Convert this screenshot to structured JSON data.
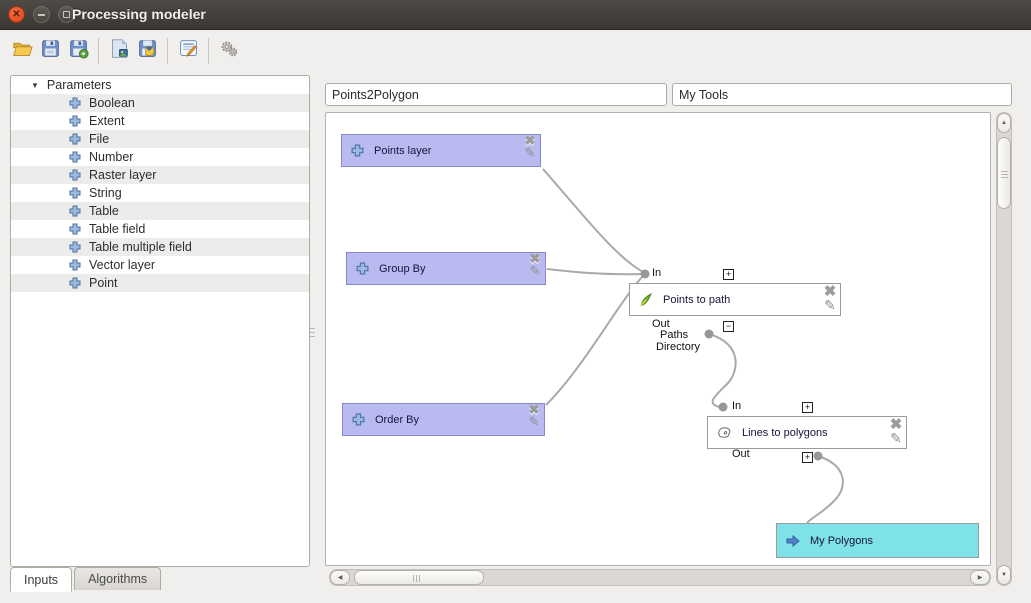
{
  "window": {
    "title": "Processing modeler",
    "controls": {
      "close": "close",
      "minimize": "minimize",
      "maximize": "maximize"
    }
  },
  "toolbar": {
    "buttons": [
      {
        "name": "open-model",
        "icon": "folder-open-icon"
      },
      {
        "name": "save-model",
        "icon": "floppy-disk-icon"
      },
      {
        "name": "save-model-as",
        "icon": "floppy-disk-as-icon"
      },
      {
        "name": "export-as-image",
        "icon": "export-image-icon"
      },
      {
        "name": "save-as-python-script",
        "icon": "floppy-python-icon"
      },
      {
        "name": "edit-model-help",
        "icon": "edit-help-icon"
      },
      {
        "name": "run-model",
        "icon": "gears-icon"
      }
    ]
  },
  "header_fields": {
    "model_name": "Points2Polygon",
    "group_name": "My Tools"
  },
  "sidebar": {
    "root_label": "Parameters",
    "items": [
      {
        "label": "Boolean"
      },
      {
        "label": "Extent"
      },
      {
        "label": "File"
      },
      {
        "label": "Number"
      },
      {
        "label": "Raster layer"
      },
      {
        "label": "String"
      },
      {
        "label": "Table"
      },
      {
        "label": "Table field"
      },
      {
        "label": "Table multiple field"
      },
      {
        "label": "Vector layer"
      },
      {
        "label": "Point"
      }
    ],
    "tabs": [
      {
        "label": "Inputs",
        "active": true
      },
      {
        "label": "Algorithms",
        "active": false
      }
    ]
  },
  "canvas": {
    "input_nodes": [
      {
        "label": "Points layer"
      },
      {
        "label": "Group By"
      },
      {
        "label": "Order By"
      }
    ],
    "algorithm_nodes": [
      {
        "label": "Points to path",
        "in_label": "In",
        "out_label": "Out",
        "expander_plus": "+",
        "expander_minus": "−",
        "outputs": [
          {
            "label": "Paths"
          },
          {
            "label": "Directory"
          }
        ]
      },
      {
        "label": "Lines to polygons",
        "in_label": "In",
        "out_label": "Out",
        "expander_plus": "+"
      }
    ],
    "output_nodes": [
      {
        "label": "My Polygons"
      }
    ]
  },
  "colors": {
    "titlebar": "#3c3835",
    "close_button": "#d9481d",
    "input_node_fill": "#b9bbf0",
    "input_node_border": "#8789c8",
    "output_node_fill": "#7fe2e8",
    "algorithm_node_fill": "#ffffff",
    "connection_line": "#a9a9a9"
  }
}
